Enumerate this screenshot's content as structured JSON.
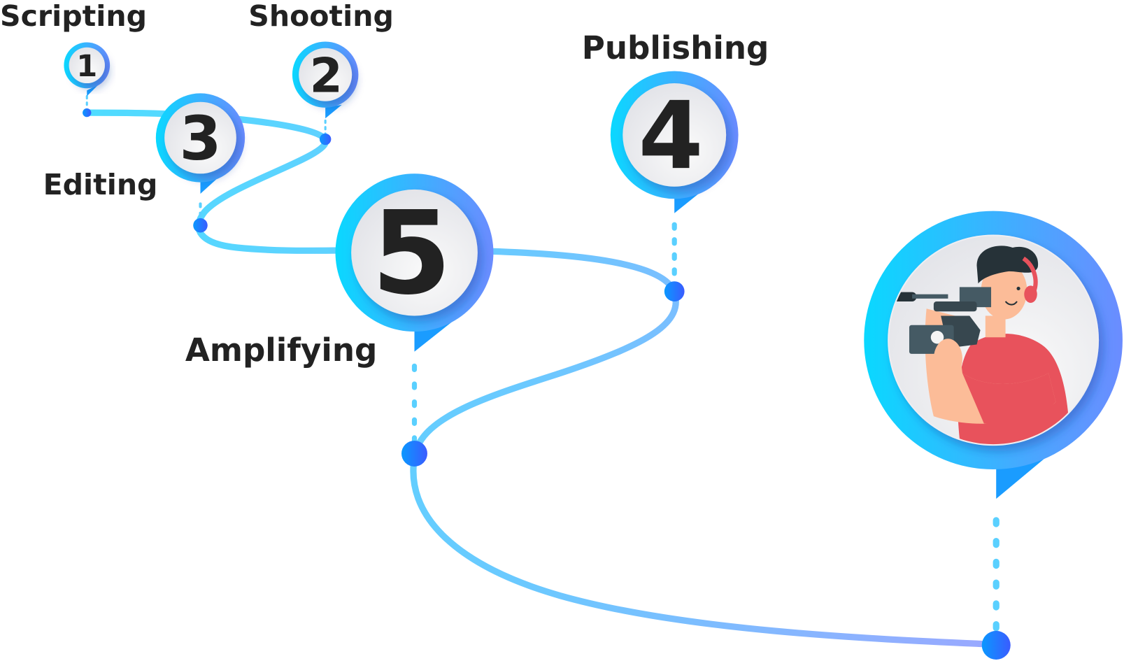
{
  "title": "Video production workflow",
  "steps": [
    {
      "number": "1",
      "label": "Scripting"
    },
    {
      "number": "2",
      "label": "Shooting"
    },
    {
      "number": "3",
      "label": "Editing"
    },
    {
      "number": "4",
      "label": "Publishing"
    },
    {
      "number": "5",
      "label": "Amplifying"
    }
  ],
  "illustration": {
    "subject": "videographer-with-camcorder-and-headphones"
  },
  "colors": {
    "pin_start": "#0ad8ff",
    "pin_end": "#6b8cff",
    "dot_start": "#0a8cff",
    "dot_end": "#3a5cff",
    "path_start": "#4fd8ff",
    "path_end": "#9aaaff",
    "text": "#222222",
    "shirt": "#e8525c",
    "skin": "#fcbc98",
    "hair": "#263238",
    "camera": "#455a64"
  }
}
